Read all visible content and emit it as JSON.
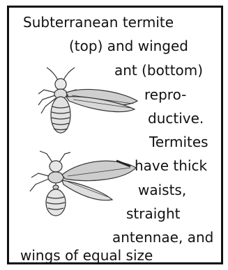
{
  "caption": {
    "lines": [
      "Subterranean termite",
      "(top) and winged",
      "ant (bottom)",
      "repro-",
      "ductive.",
      "Termites",
      "have thick",
      "waists,",
      "straight",
      "antennae, and",
      "wings of equal size"
    ]
  },
  "illustrations": {
    "termite": "termite-illustration",
    "ant": "winged-ant-illustration"
  },
  "colors": {
    "border": "#111111",
    "text": "#111111",
    "background": "#ffffff"
  }
}
